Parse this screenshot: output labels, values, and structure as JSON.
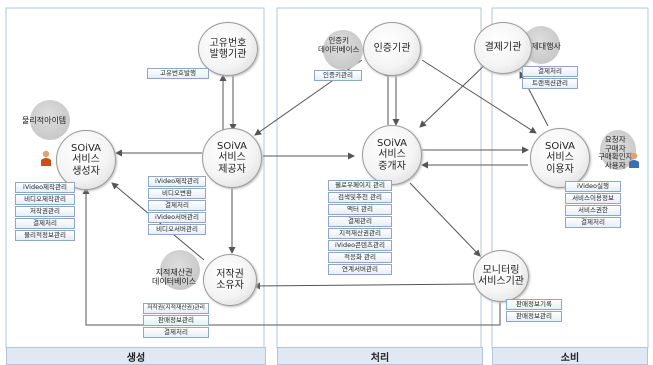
{
  "colors": {
    "lane_border": "#b3c5db",
    "lane_fill": "#dfe8f3",
    "box_border": "#8ea7c6",
    "arrow": "#555555",
    "node_gray": "#c9c9c9"
  },
  "lanes": [
    "생성",
    "처리",
    "소비"
  ],
  "nodes": {
    "provider_gen": {
      "l1": "SOiVA",
      "l2": "서비스",
      "l3": "생성자"
    },
    "provider": {
      "l1": "SOiVA",
      "l2": "서비스",
      "l3": "제공자"
    },
    "broker": {
      "l1": "SOiVA",
      "l2": "서비스",
      "l3": "중개자"
    },
    "user": {
      "l1": "SOiVA",
      "l2": "서비스",
      "l3": "이용자"
    },
    "uid_issuer": {
      "l1": "고유번호",
      "l2": "발행기관"
    },
    "auth": {
      "l1": "인증기관"
    },
    "payment": {
      "l1": "결제기관"
    },
    "copyright": {
      "l1": "저작권",
      "l2": "소유자"
    },
    "monitoring": {
      "l1": "모니터링",
      "l2": "서비스기관"
    }
  },
  "notes": {
    "physical": "물리적아이템",
    "auth_db": [
      "인증키",
      "데이터베이스"
    ],
    "pay_agent": "결제대행사",
    "ip_db": [
      "지적재산권",
      "데이터베이스"
    ],
    "requester": [
      "요청자",
      "구매자",
      "구매확인자",
      "사용자"
    ]
  },
  "boxes": {
    "generator": [
      "iVideo제작관리",
      "비디오제작관리",
      "저작권관리",
      "결제처리",
      "물리적정보관리"
    ],
    "uid": [
      "고유번호발행"
    ],
    "auth": [
      "인증키관리"
    ],
    "payment": [
      "결제처리",
      "트랜잭션관리"
    ],
    "provider": [
      "iVideo제작관리",
      "비디오변환",
      "결제처리",
      "iVideo서버관리",
      "비디오서버관리"
    ],
    "broker": [
      "웰로우페이지 관리",
      "검색및추천 관리",
      "액터 관리",
      "결제관리",
      "지적재산권관리",
      "iVideo콘텐츠관리",
      "적응화 관리",
      "연계서버관리"
    ],
    "user": [
      "iVideo실행",
      "서비스이용정보",
      "서비스권한",
      "결제처리"
    ],
    "copyright": [
      "저작권(지적재산권)관리",
      "판매정보관리",
      "결제처리"
    ],
    "monitoring": [
      "판매정보기록",
      "판매정보관리"
    ]
  }
}
